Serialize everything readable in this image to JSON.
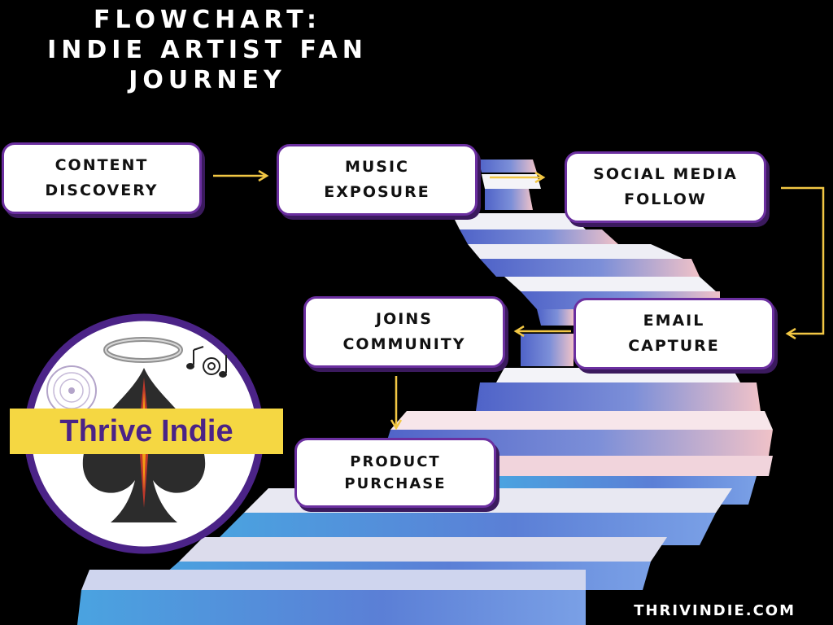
{
  "title": {
    "line1": "FLOWCHART:",
    "line2": "INDIE ARTIST FAN",
    "line3": "JOURNEY"
  },
  "nodes": {
    "content_discovery": {
      "line1": "CONTENT",
      "line2": "DISCOVERY"
    },
    "music_exposure": {
      "line1": "MUSIC",
      "line2": "EXPOSURE"
    },
    "social_media_follow": {
      "line1": "SOCIAL MEDIA",
      "line2": "FOLLOW"
    },
    "email_capture": {
      "line1": "EMAIL",
      "line2": "CAPTURE"
    },
    "joins_community": {
      "line1": "JOINS",
      "line2": "COMMUNITY"
    },
    "product_purchase": {
      "line1": "PRODUCT",
      "line2": "PURCHASE"
    }
  },
  "logo": {
    "brand_text": "Thrive Indie"
  },
  "footer": {
    "site": "THRIVINDIE.COM"
  },
  "colors": {
    "background": "#000000",
    "node_border": "#6b2fa0",
    "arrow": "#f2c744",
    "stair_top": "#5a6fd0",
    "stair_bottom": "#5db3e8",
    "stair_highlight": "#f3c4c4",
    "brand_band": "#f5d742",
    "brand_text": "#4b2387"
  },
  "icons": [
    "halo-icon",
    "vinyl-record-icon",
    "music-notes-icon",
    "spade-icon",
    "arrow-right-icon",
    "arrow-left-icon",
    "arrow-down-icon"
  ]
}
